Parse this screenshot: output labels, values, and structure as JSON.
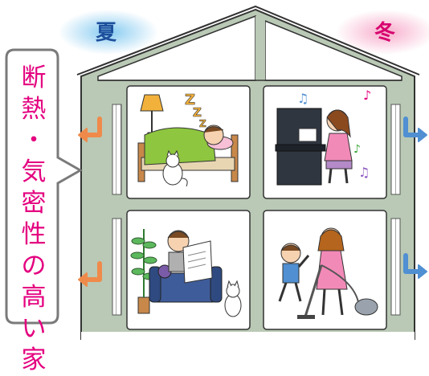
{
  "seasons": {
    "summer": "夏",
    "winter": "冬"
  },
  "callout": {
    "chars": [
      "断",
      "熱",
      "・",
      "気",
      "密",
      "性",
      "の",
      "高",
      "い",
      "家"
    ]
  },
  "colors": {
    "summer_glow": "#7fc8f0",
    "winter_glow": "#f7a8c8",
    "summer_text": "#1d4f9c",
    "winter_text": "#d6006e",
    "callout_text": "#e4007f",
    "heat_arrow": "#f08a4b",
    "cool_arrow": "#4f8fd2",
    "wall": "#b9c9b5",
    "outline": "#333333"
  },
  "illustrations": [
    "bedroom-sleeping-person",
    "child-playing-piano",
    "man-reading-newspaper-on-sofa",
    "mother-vacuuming-with-child"
  ]
}
